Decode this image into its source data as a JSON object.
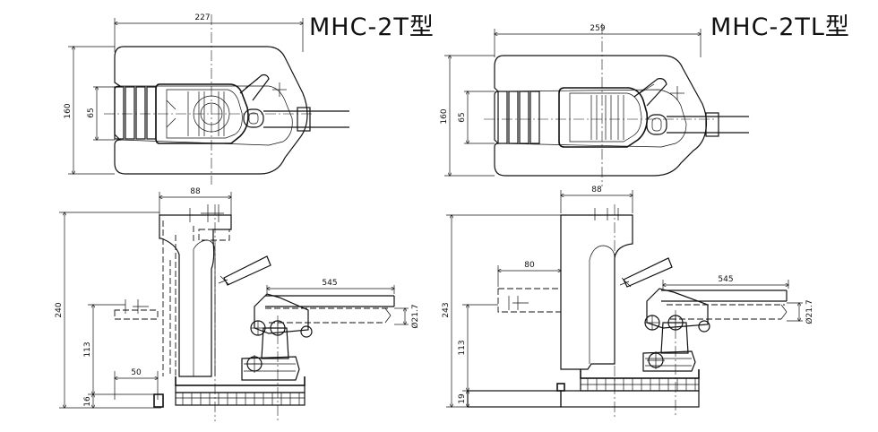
{
  "titles": {
    "left": "MHC-2T型",
    "right": "MHC-2TL型"
  },
  "left_model": {
    "top_view": {
      "width": "227",
      "height": "160",
      "inner": "65"
    },
    "side_view": {
      "top_width": "88",
      "total_height": "240",
      "mid_height": "113",
      "base_height": "16",
      "claw": "50",
      "handle_length": "545",
      "handle_dia": "Ø21.7"
    }
  },
  "right_model": {
    "top_view": {
      "width": "259",
      "height": "160",
      "inner": "65"
    },
    "side_view": {
      "top_width": "88",
      "total_height": "243",
      "mid_height": "113",
      "base_height": "19",
      "claw": "80",
      "handle_length": "545",
      "handle_dia": "Ø21.7"
    }
  }
}
